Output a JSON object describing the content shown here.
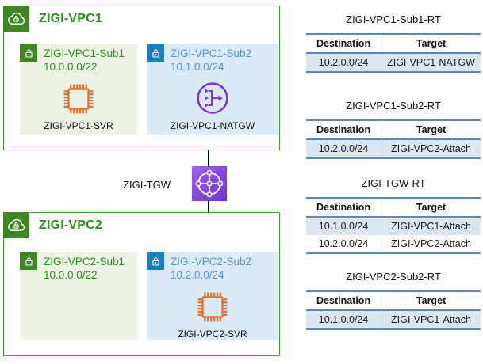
{
  "diagram": {
    "vpc1": {
      "title": "ZIGI-VPC1",
      "subnet1": {
        "name": "ZIGI-VPC1-Sub1",
        "cidr": "10.0.0.0/22",
        "resource_label": "ZIGI-VPC1-SVR",
        "resource_icon": "server-chip-icon"
      },
      "subnet2": {
        "name": "ZIGI-VPC1-Sub2",
        "cidr": "10.1.0.0/24",
        "resource_label": "ZIGI-VPC1-NATGW",
        "resource_icon": "nat-gateway-icon"
      }
    },
    "tgw_label": "ZIGI-TGW",
    "vpc2": {
      "title": "ZIGI-VPC2",
      "subnet1": {
        "name": "ZIGI-VPC2-Sub1",
        "cidr": "10.0.0.0/22"
      },
      "subnet2": {
        "name": "ZIGI-VPC2-Sub2",
        "cidr": "10.2.0.0/24",
        "resource_label": "ZIGI-VPC2-SVR",
        "resource_icon": "server-chip-icon"
      }
    }
  },
  "route_tables": [
    {
      "title": "ZIGI-VPC1-Sub1-RT",
      "headers": [
        "Destination",
        "Target"
      ],
      "rows": [
        [
          "10.2.0.0/24",
          "ZIGI-VPC1-NATGW"
        ]
      ]
    },
    {
      "title": "ZIGI-VPC1-Sub2-RT",
      "headers": [
        "Destination",
        "Target"
      ],
      "rows": [
        [
          "10.2.0.0/24",
          "ZIGI-VPC2-Attach"
        ]
      ]
    },
    {
      "title": "ZIGI-TGW-RT",
      "headers": [
        "Destination",
        "Target"
      ],
      "rows": [
        [
          "10.1.0.0/24",
          "ZIGI-VPC1-Attach"
        ],
        [
          "10.2.0.0/24",
          "ZIGI-VPC2-Attach"
        ]
      ]
    },
    {
      "title": "ZIGI-VPC2-Sub2-RT",
      "headers": [
        "Destination",
        "Target"
      ],
      "rows": [
        [
          "10.1.0.0/24",
          "ZIGI-VPC1-Attach"
        ]
      ]
    }
  ],
  "colors": {
    "vpc_green": "#3F8624",
    "vpc_border_green": "#3F9C35",
    "subnet_green_bg": "#EDF3E4",
    "subnet_blue_badge": "#1B7FBF",
    "subnet_blue_bg": "#DCE9F6",
    "compute_orange": "#E0752F",
    "natgw_purple": "#7A3BC9",
    "tgw_purple": "#8449DD",
    "table_border_blue": "#5E87B5",
    "table_row_fill": "#DCE6F1"
  }
}
